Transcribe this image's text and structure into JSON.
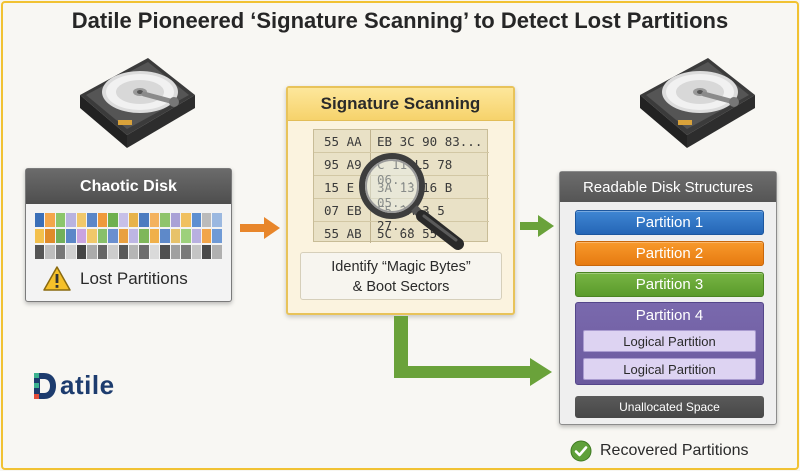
{
  "title": "Datile Pioneered ‘Signature Scanning’ to Detect Lost Partitions",
  "left_panel": {
    "heading": "Chaotic Disk",
    "warning_label": "Lost Partitions",
    "block_rows": [
      [
        "#3b6fb8",
        "#f3a64b",
        "#8cc66b",
        "#b9b3e0",
        "#f1c86a",
        "#5b87c8",
        "#ef9a3c",
        "#6fb04e",
        "#c7c0e8",
        "#e7b34b",
        "#4d7cc0",
        "#f3b25f",
        "#8fc46b",
        "#a9a1d6",
        "#f0c060",
        "#5d8fd1",
        "#bbb",
        "#9bb8e0"
      ],
      [
        "#f3c04c",
        "#e08b2a",
        "#72b05a",
        "#5b87c8",
        "#c9a3e0",
        "#f1c86a",
        "#88c06a",
        "#6a8fd0",
        "#e9a040",
        "#bdb6e4",
        "#7fb75a",
        "#f0b04a",
        "#5e89c9",
        "#e7c26a",
        "#9dd07c",
        "#b8b0e0",
        "#f2a54a",
        "#6f9ad6"
      ],
      [
        "#555",
        "#bdbdbd",
        "#777",
        "#d0d0d0",
        "#444",
        "#aaa",
        "#666",
        "#ccc",
        "#595959",
        "#b5b5b5",
        "#6d6d6d",
        "#dadada",
        "#505050",
        "#a0a0a0",
        "#7a7a7a",
        "#c4c4c4",
        "#4a4a4a",
        "#b0b0b0"
      ]
    ]
  },
  "center_panel": {
    "heading": "Signature Scanning",
    "hex_rows": [
      {
        "left": "55 AA",
        "right": "EB 3C 90 83..."
      },
      {
        "left": "95 A9",
        "right": "C 11 L5 78 06..."
      },
      {
        "left": "15 E",
        "right": "3A 13 16 B 05..."
      },
      {
        "left": "07 EB",
        "right": "F5 2A 3 5 27..."
      },
      {
        "left": "55 AB",
        "right": "5C 68 55..."
      }
    ],
    "identify_line1": "Identify “Magic Bytes”",
    "identify_line2": "& Boot Sectors"
  },
  "right_panel": {
    "heading": "Readable Disk Structures",
    "partition1": "Partition 1",
    "partition2": "Partition 2",
    "partition3": "Partition 3",
    "partition4": "Partition 4",
    "logical1": "Logical Partition",
    "logical2": "Logical Partition",
    "unallocated": "Unallocated Space",
    "recovered_label": "Recovered Partitions"
  },
  "logo": {
    "text": "atile"
  },
  "colors": {
    "accent_orange": "#e8862a",
    "accent_green": "#6aa23a",
    "panel_gold": "#f6d26b",
    "partition1": "#2f74c4",
    "partition2": "#f08a1c",
    "partition3": "#68a836",
    "partition4": "#6a5a9e"
  },
  "icons": {
    "drive_left": "hard-drive-icon",
    "drive_right": "hard-drive-icon",
    "warning": "warning-icon",
    "magnifier": "magnifying-glass-icon",
    "check": "check-circle-icon"
  }
}
